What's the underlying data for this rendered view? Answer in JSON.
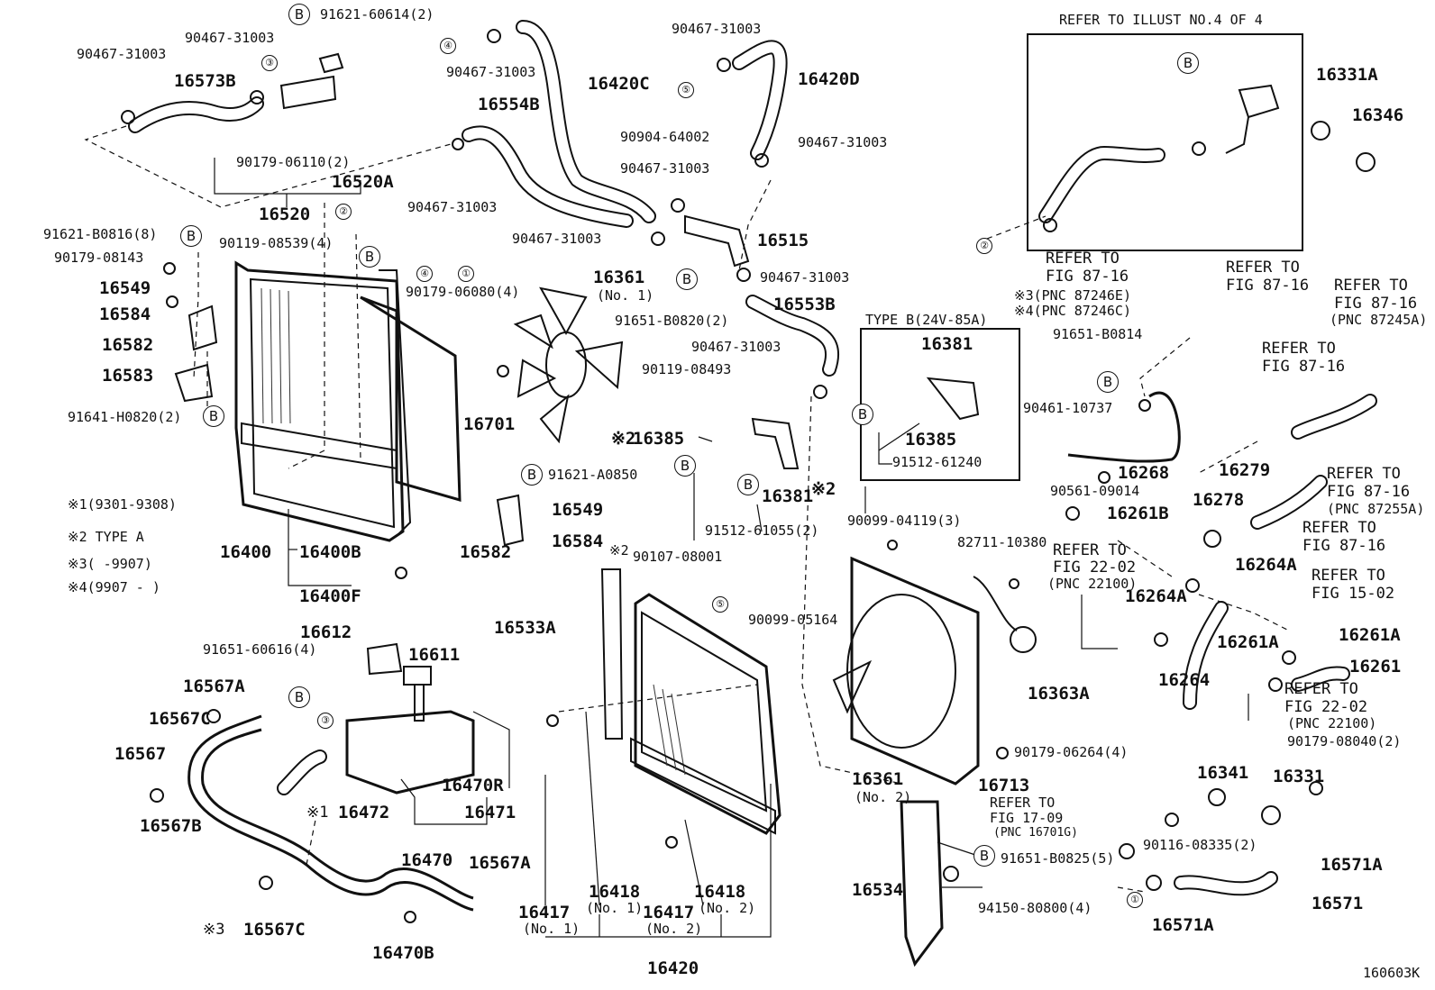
{
  "box_refer_illust": "REFER TO ILLUST NO.4 OF 4",
  "box_type_b": "TYPE B(24V-85A)",
  "catalog_id": "160603K",
  "notes": {
    "n1": "※1(9301-9308)",
    "n2": "※2 TYPE A",
    "n3": "※3(      -9907)",
    "n4": "※4(9907 -      )"
  },
  "labels": {
    "p91621_60614": "91621-60614(2)",
    "p90467_31003_a": "90467-31003",
    "p90467_31003_b": "90467-31003",
    "p16573B": "16573B",
    "p90179_06110": "90179-06110(2)",
    "p16520A": "16520A",
    "p16520": "16520",
    "p90467_31003_c": "90467-31003",
    "p16420C": "16420C",
    "p16554B": "16554B",
    "p90904_64002": "90904-64002",
    "p90467_31003_d": "90467-31003",
    "p90467_31003_e": "90467-31003",
    "p90467_31003_f": "90467-31003",
    "p90467_31003_g": "90467-31003",
    "p16420D": "16420D",
    "p90467_31003_h": "90467-31003",
    "p16515": "16515",
    "p90467_31003_i": "90467-31003",
    "p16553B": "16553B",
    "p90467_31003_j": "90467-31003",
    "p91621_B0816": "91621-B0816(8)",
    "p90179_08143": "90179-08143",
    "p90119_08539": "90119-08539(4)",
    "p16549_a": "16549",
    "p16584_a": "16584",
    "p16582_a": "16582",
    "p16583": "16583",
    "p91641_H0820": "91641-H0820(2)",
    "p90179_06080": "90179-06080(4)",
    "p16361_1": "16361",
    "p16361_1_sub": "(No. 1)",
    "p91651_B0820": "91651-B0820(2)",
    "p90119_08493": "90119-08493",
    "p16701": "16701",
    "p16385_a": "16385",
    "mark_16385": "※2",
    "p91621_A0850": "91621-A0850",
    "p16549_b": "16549",
    "p16584_b": "16584",
    "p16582_b": "16582",
    "p90107_08001": "90107-08001",
    "mark_90107": "※2",
    "p91512_61055": "91512-61055(2)",
    "p16381_a": "16381",
    "mark_16381": "※2",
    "p16381_b": "16381",
    "p16385_b": "16385",
    "p91512_61240": "91512-61240",
    "p16331A": "16331A",
    "p16346": "16346",
    "refer_87_16_a": "REFER TO",
    "refer_87_16_a2": "FIG 87-16",
    "refer_87_16_a3": "※3(PNC 87246E)",
    "refer_87_16_a4": "※4(PNC 87246C)",
    "refer_87_16_b": "REFER TO",
    "refer_87_16_b2": "FIG 87-16",
    "refer_87_16_c": "REFER TO",
    "refer_87_16_c2": "FIG 87-16",
    "refer_87_16_c3": "(PNC 87245A)",
    "p91651_B0814": "91651-B0814",
    "p90461_10737": "90461-10737",
    "refer_87_16_d": "REFER TO",
    "refer_87_16_d2": "FIG 87-16",
    "p16268": "16268",
    "p16279": "16279",
    "p90561_09014": "90561-09014",
    "p16278": "16278",
    "refer_87_16_e": "REFER TO",
    "refer_87_16_e2": "FIG 87-16",
    "refer_87_16_e3": "(PNC 87255A)",
    "refer_87_16_f": "REFER TO",
    "refer_87_16_f2": "FIG 87-16",
    "p16261B": "16261B",
    "p90099_04119": "90099-04119(3)",
    "p82711_10380": "82711-10380",
    "refer_22_02_a": "REFER TO",
    "refer_22_02_a2": "FIG 22-02",
    "refer_22_02_a3": "(PNC 22100)",
    "p16264A_a": "16264A",
    "refer_15_02": "REFER TO",
    "refer_15_02b": "FIG 15-02",
    "p16264A_b": "16264A",
    "p16261A_a": "16261A",
    "p16261A_b": "16261A",
    "p16261": "16261",
    "p16264": "16264",
    "refer_22_02_b": "REFER TO",
    "refer_22_02_b2": "FIG 22-02",
    "refer_22_02_b3": "(PNC 22100)",
    "p90179_08040": "90179-08040(2)",
    "p16400": "16400",
    "p16400B": "16400B",
    "p16400F": "16400F",
    "p16533A": "16533A",
    "p90099_05164": "90099-05164",
    "p16363A": "16363A",
    "p90179_06264": "90179-06264(4)",
    "p16361_2": "16361",
    "p16361_2_sub": "(No. 2)",
    "p16713": "16713",
    "refer_17_09": "REFER TO",
    "refer_17_09b": "FIG 17-09",
    "refer_17_09c": "(PNC 16701G)",
    "p16341": "16341",
    "p16331": "16331",
    "p90116_08335": "90116-08335(2)",
    "p16571A_a": "16571A",
    "p16571": "16571",
    "p16571A_b": "16571A",
    "p91651_B0825": "91651-B0825(5)",
    "p94150_80800": "94150-80800(4)",
    "p16534": "16534",
    "p91651_60616": "91651-60616(4)",
    "p16612": "16612",
    "p16611": "16611",
    "p16567A_a": "16567A",
    "p16567C_a": "16567C",
    "p16567": "16567",
    "p16470R": "16470R",
    "p16472": "16472",
    "mark_16472": "※1",
    "p16471": "16471",
    "p16567B": "16567B",
    "p16470": "16470",
    "p16567A_b": "16567A",
    "p16567C_b": "16567C",
    "mark_16567C": "※3",
    "p16470B": "16470B",
    "p16417_1": "16417",
    "p16417_1_sub": "(No. 1)",
    "p16418_1": "16418",
    "p16418_1_sub": "(No. 1)",
    "p16417_2": "16417",
    "p16417_2_sub": "(No. 2)",
    "p16418_2": "16418",
    "p16418_2_sub": "(No. 2)",
    "p16420": "16420"
  },
  "callouts": {
    "b": "B",
    "c1": "①",
    "c2": "②",
    "c3": "③",
    "c4": "④",
    "c5": "⑤"
  }
}
